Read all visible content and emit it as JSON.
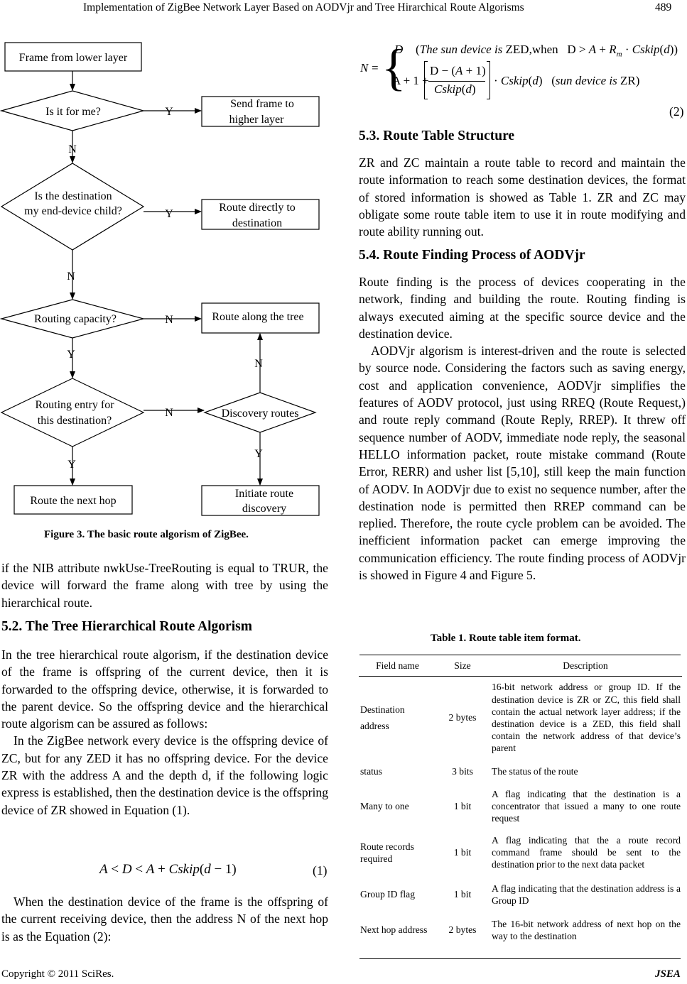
{
  "header": {
    "title": "Implementation of ZigBee Network Layer Based on AODVjr and Tree Hirarchical Route Algorisms",
    "page_number": "489"
  },
  "figure3": {
    "nodes": {
      "frame_lower": "Frame from lower layer",
      "is_for_me": "Is it for me?",
      "send_higher_1": "Send frame to",
      "send_higher_2": "higher layer",
      "is_child_1": "Is the destination",
      "is_child_2": "my end-device child?",
      "route_direct_1": "Route directly to",
      "route_direct_2": "destination",
      "routing_capacity": "Routing capacity?",
      "route_tree": "Route along the tree",
      "routing_entry_1": "Routing entry for",
      "routing_entry_2": "this destination?",
      "discovery_routes": "Discovery routes",
      "route_next_hop": "Route the next hop",
      "initiate_1": "Initiate route",
      "initiate_2": "discovery"
    },
    "edge_labels": {
      "for_me_yes": "Y",
      "for_me_no": "N",
      "child_yes": "Y",
      "child_no": "N",
      "capacity_no": "N",
      "capacity_yes": "Y",
      "entry_no": "N",
      "entry_yes": "Y",
      "discovery_no": "N",
      "discovery_yes": "Y"
    },
    "caption": "Figure 3. The basic route algorism of ZigBee."
  },
  "left_col": {
    "p_cont": "if the NIB attribute nwkUse-TreeRouting is equal to TRUR, the device will forward the frame along with tree by using the hierarchical route.",
    "sec52": "5.2. The Tree Hierarchical Route Algorism",
    "p1": "In the tree hierarchical route algorism, if the destination device of the frame is offspring of the current device, then it is forwarded to the offspring device, otherwise, it is forwarded to the parent device. So the offspring device and the hierarchical route algorism can be assured as follows:",
    "p2": "In the ZigBee network every device is the offspring device of ZC, but for any ZED it has no offspring device. For the device ZR with the address A and the depth d, if the following logic express is established, then the destination device is the offspring device of ZR showed in Equation (1).",
    "eq1_num": "(1)",
    "p3": "When the destination device of the frame is the offspring of the current receiving device, then the address N of the next hop is as the Equation (2):"
  },
  "eq2": {
    "N": "N",
    "D": "D",
    "case1": "The sun device is",
    "zed": "ZED",
    "when": "when",
    "A1": "A + 1 +",
    "case2": "sun device is",
    "zr": "ZR",
    "num": "(2)"
  },
  "right_col": {
    "sec53": "5.3. Route Table Structure",
    "p53": "ZR and ZC maintain a route table to record and maintain the route information to reach some destination devices, the format of stored information is showed as Table 1. ZR and ZC may obligate some route table item to use it in route modifying and route ability running out.",
    "sec54": "5.4. Route Finding Process of AODVjr",
    "p54a": "Route finding is the process of devices cooperating in the network, finding and building the route. Routing finding is always executed aiming at the specific source device and the destination device.",
    "p54b": "AODVjr algorism is interest-driven and the route is selected by source node. Considering the factors such as saving energy, cost and application convenience, AODVjr simplifies the features of AODV protocol, just using RREQ (Route Request,) and route reply command (Route Reply, RREP). It threw off sequence number of AODV, immediate node reply, the seasonal HELLO information packet, route mistake command (Route Error, RERR) and usher list [5,10], still keep the main function of AODV. In AODVjr due to exist no sequence number, after the destination node is permitted then RREP command can be replied. Therefore, the route cycle problem can be avoided. The inefficient information packet can emerge improving the communication efficiency. The route finding process of AODVjr is showed in Figure 4 and Figure 5."
  },
  "table1": {
    "caption": "Table 1. Route table item format.",
    "headers": [
      "Field name",
      "Size",
      "Description"
    ],
    "rows": [
      {
        "field": "Destination address",
        "size": "2 bytes",
        "desc": "16-bit network address or group ID. If the destination device is ZR or ZC, this field shall contain the actual network layer address; if the destination device is a ZED, this field shall contain the network address of that device’s parent"
      },
      {
        "field": "status",
        "size": "3 bits",
        "desc": "The status of the route"
      },
      {
        "field": "Many to one",
        "size": "1 bit",
        "desc": "A flag indicating that the destination is a concentrator that issued a many to one route request"
      },
      {
        "field": "Route records required",
        "size": "1 bit",
        "desc": "A flag indicating that the a route record command frame should be sent to the destination prior to the next data packet"
      },
      {
        "field": "Group ID flag",
        "size": "1 bit",
        "desc": "A flag indicating that the destination address is a Group ID"
      },
      {
        "field": "Next hop address",
        "size": "2 bytes",
        "desc": "The 16-bit network address of next hop on the way to the destination"
      }
    ]
  },
  "footer": {
    "copyright": "Copyright © 2011 SciRes.",
    "journal": "JSEA"
  }
}
